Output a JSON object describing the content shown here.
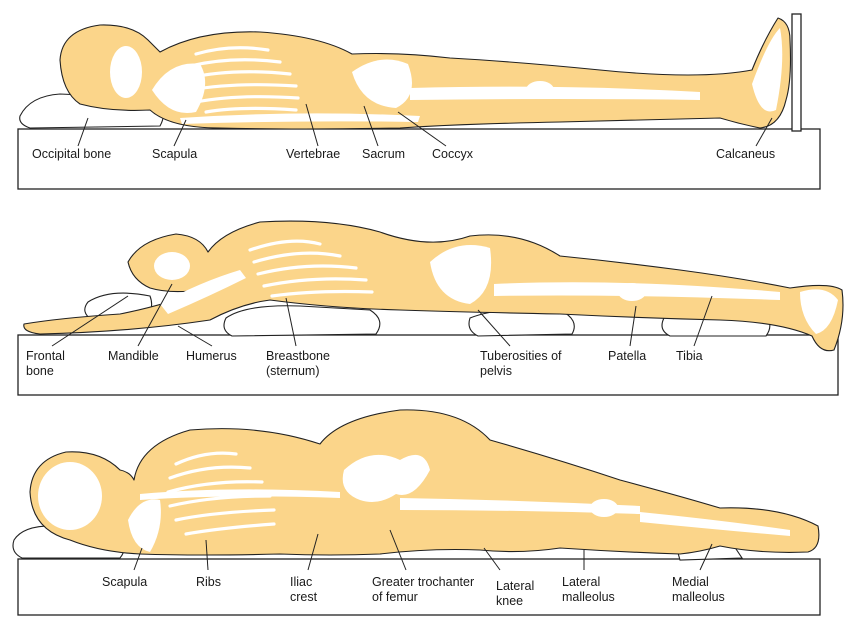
{
  "panels": [
    {
      "position": "supine",
      "labels": {
        "occipital": "Occipital bone",
        "scapula": "Scapula",
        "vertebrae": "Vertebrae",
        "sacrum": "Sacrum",
        "coccyx": "Coccyx",
        "calcaneus": "Calcaneus"
      }
    },
    {
      "position": "prone",
      "labels": {
        "frontal_1": "Frontal",
        "frontal_2": "bone",
        "mandible": "Mandible",
        "humerus": "Humerus",
        "breastbone_1": "Breastbone",
        "breastbone_2": "(sternum)",
        "tuberosities_1": "Tuberosities of",
        "tuberosities_2": "pelvis",
        "patella": "Patella",
        "tibia": "Tibia"
      }
    },
    {
      "position": "lateral",
      "labels": {
        "scapula": "Scapula",
        "ribs": "Ribs",
        "iliac_1": "Iliac",
        "iliac_2": "crest",
        "trochanter_1": "Greater trochanter",
        "trochanter_2": "of femur",
        "knee_1": "Lateral",
        "knee_2": "knee",
        "lat_malleolus_1": "Lateral",
        "lat_malleolus_2": "malleolus",
        "med_malleolus_1": "Medial",
        "med_malleolus_2": "malleolus"
      }
    }
  ],
  "colors": {
    "skin": "#fbd58a",
    "bone": "#ffffff",
    "outline": "#222222"
  }
}
